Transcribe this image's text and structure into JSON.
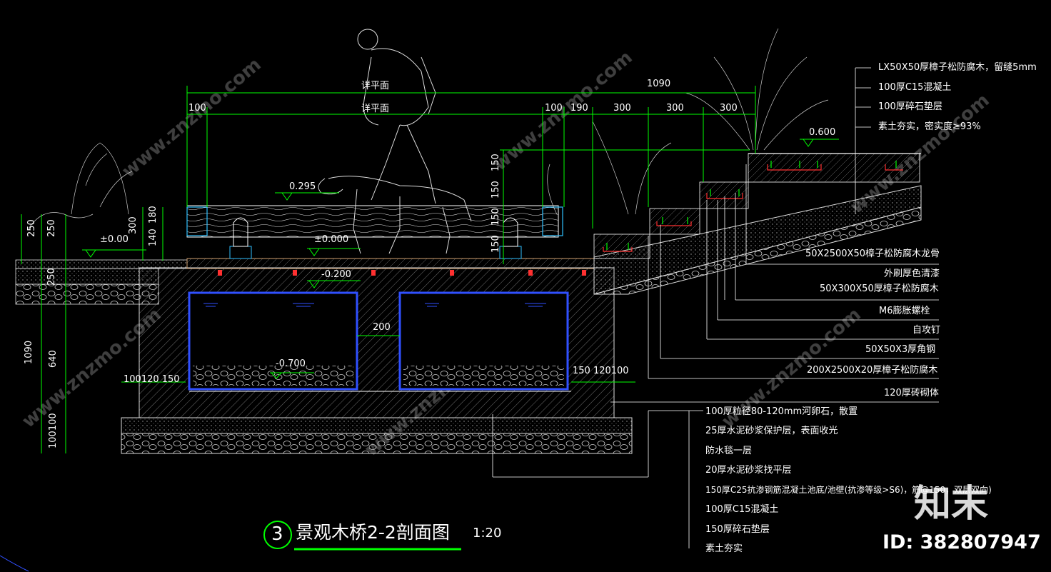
{
  "title": {
    "number": "3",
    "name": "景观木桥2-2剖面图",
    "scale": "1:20"
  },
  "dimensions_top": {
    "overall": "1090",
    "plan_ref_1": "详平面",
    "plan_ref_2": "详平面",
    "d100_left": "100",
    "d100_right": "100",
    "d190": "190",
    "d300_a": "300",
    "d300_b": "300",
    "d300_c": "300"
  },
  "dimensions_left": {
    "d250_outer": "250",
    "d250_inner": "250",
    "d250_lower": "250",
    "d300": "300",
    "d180": "180",
    "d140": "140",
    "d1090": "1090",
    "d640": "640",
    "d100100": "100100"
  },
  "dimensions_mid": {
    "d150_a": "150",
    "d150_b": "150",
    "d150_c": "150",
    "d150_d": "150",
    "d200": "200",
    "d100_120_150_left": "100120  150",
    "d150_120_100_right": "150 120100"
  },
  "elevations": {
    "e0295": "0.295",
    "e0000_left": "±0.00",
    "e0000_mid": "±0.000",
    "em0200": "-0.200",
    "em0700": "-0.700",
    "e0600": "0.600"
  },
  "callouts_top": [
    "LX50X50厚樟子松防腐木，留缝5mm",
    "100厚C15混凝土",
    "100厚碎石垫层",
    "素土夯实，密实度≥93%"
  ],
  "callouts_right": [
    "50X2500X50樟子松防腐木龙骨",
    "外刷厚色清漆",
    "50X300X50厚樟子松防腐木",
    "M6膨胀螺栓",
    "自攻钉",
    "50X50X3厚角钢",
    "200X2500X20厚樟子松防腐木",
    "120厚砖砌体"
  ],
  "callouts_bottom": [
    "100厚粒径80-120mm河卵石，散置",
    "25厚水泥砂浆保护层，表面收光",
    "防水毯一层",
    "20厚水泥砂浆找平层",
    "150厚C25抗渗钢筋混凝土池底/池壁(抗渗等级>S6)，筋@150，双层双向)",
    "100厚C15混凝土",
    "150厚碎石垫层",
    "素土夯实"
  ],
  "watermark": {
    "brand": "知末",
    "id": "ID: 382807947"
  },
  "colors": {
    "background": "#000000",
    "white": "#ffffff",
    "green": "#00ff00",
    "red": "#ff3030",
    "blue": "#3050ff",
    "cyan": "#30c0ff",
    "soil": "#d0a070",
    "gray": "#808080"
  }
}
